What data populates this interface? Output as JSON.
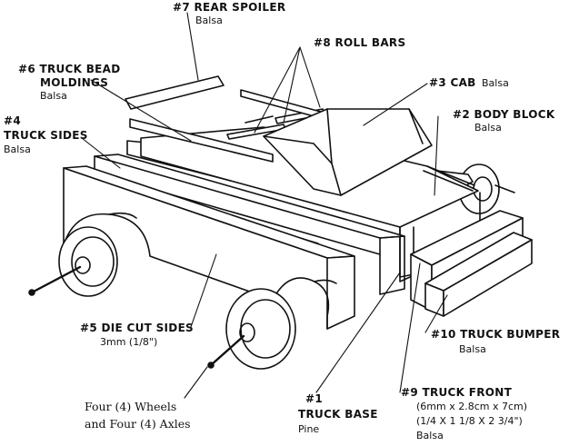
{
  "parts": {
    "rear_spoiler": {
      "name": "#7 REAR SPOILER",
      "material": "Balsa"
    },
    "roll_bars": {
      "name": "#8 ROLL BARS"
    },
    "truck_bead": {
      "name_line1": "#6 TRUCK BEAD",
      "name_line2": "MOLDINGS",
      "material": "Balsa"
    },
    "cab": {
      "name": "#3 CAB",
      "material": "Balsa"
    },
    "body_block": {
      "name": "#2 BODY BLOCK",
      "material": "Balsa"
    },
    "truck_sides": {
      "name_line1": "#4",
      "name_line2": "TRUCK SIDES",
      "material": "Balsa"
    },
    "die_cut_sides": {
      "name": "#5 DIE CUT SIDES",
      "dimensions": "3mm (1/8\")"
    },
    "truck_bumper": {
      "name": "#10 TRUCK BUMPER",
      "material": "Balsa"
    },
    "truck_front": {
      "name": "#9 TRUCK FRONT",
      "dim_metric": "(6mm x 2.8cm x 7cm)",
      "dim_imperial": "(1/4 X 1 1/8 X 2 3/4\")",
      "material": "Balsa"
    },
    "truck_base": {
      "name_line1": "#1",
      "name_line2": "TRUCK BASE",
      "material": "Pine"
    },
    "wheels": {
      "line1": "Four (4) Wheels",
      "line2": "and Four (4) Axles"
    }
  }
}
